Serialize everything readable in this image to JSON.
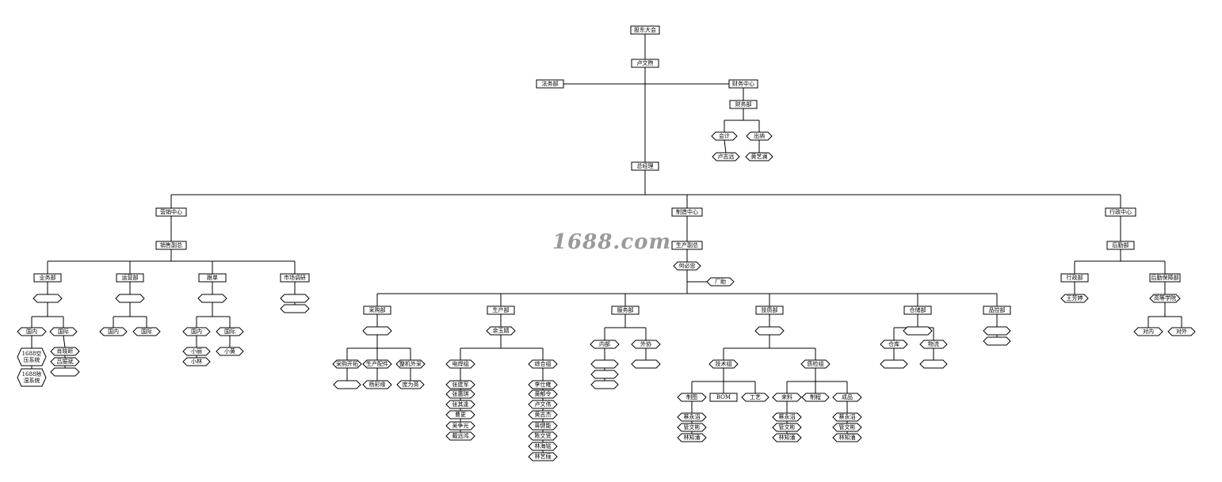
{
  "watermark": "1688.com",
  "nodes": {
    "gudong": "股东大会",
    "lu_wenzhi": "卢文煦",
    "fawu": "法务部",
    "caiwu_center": "财务中心",
    "caiwu_dept": "财务部",
    "kuaiji": "会计",
    "chuna": "出纳",
    "lu_zhiyuan": "卢志远",
    "huang_yilan": "黄艺澜",
    "zongjingli": "总经理",
    "yingxiao_center": "营销中心",
    "xiaoshou_fuzong": "销售副总",
    "yewu": "业务部",
    "yunying": "运营部",
    "gendan": "跟单",
    "shichang": "市场调研",
    "yewu_guonei": "国内",
    "yewu_guoji": "国际",
    "kong_ya": "1688空\n压系统",
    "chou_shi": "1688除\n湿系统",
    "xiao_xiaoxin": "肖晓昕",
    "lv_zhenbin": "吕振斌",
    "yunying_guonei": "国内",
    "yunying_guoji": "国际",
    "gendan_guonei": "国内",
    "gendan_guoji": "国际",
    "xiao_li": "小丽",
    "xiao_lin": "小林",
    "xiao_huang": "小黄",
    "zhizao_center": "制造中心",
    "shengchan_fuzong": "生产副总",
    "he_bizhong": "何必忠",
    "changzhu": "厂助",
    "caigou": "采购部",
    "shengchan": "生产部",
    "fuwu": "服务部",
    "jishu": "技质部",
    "cangchu": "仓储部",
    "pinkong": "品控部",
    "caigou_kaifa": "采购开拓",
    "shengchan_peijian": "生产配件",
    "zhengji_waicai": "整机外采",
    "yang_caiyuan": "杨彩缘",
    "pang_weiying": "庞为英",
    "yu_yujing": "余玉婧",
    "hanjie_zu": "电焊组",
    "zonghe_zu": "综合组",
    "zhang_jianjun": "张建军",
    "zhang_huiqi": "张惠琪",
    "zhang_qizhu": "张其逢",
    "cao_geng": "曹更",
    "wu_zhengguang": "吴争光",
    "dai_yuanhong": "戴远鸿",
    "li_shiyong": "李仕雍",
    "huang_yuling": "黄郁令",
    "lu_wenwei": "卢文伟",
    "huang_zhijie": "黄志杰",
    "jiang_jianneng": "蒋健能",
    "chen_wenxian": "陈文贤",
    "lin_haiming": "林海铭",
    "lin_yili": "林艺俪",
    "fuwu_neibu": "内部",
    "fuwu_waixie": "外协",
    "jishu_zu": "技术组",
    "zhijian_zu": "质检组",
    "zhitu": "制图",
    "bom": "BOM",
    "gongyi": "工艺",
    "lailiao": "来料",
    "zhicheng": "制程",
    "chengpin": "成品",
    "cai_yongtao": "蔡永滔",
    "guan_wenbin": "管文彬",
    "lin_zhiyong": "林知涌",
    "cangku": "仓库",
    "wuliu": "物流",
    "xingzheng_center": "行政中心",
    "houqin": "后勤部",
    "xingzheng": "行政部",
    "houqin_baozhang": "后勤保障部",
    "wang_fangting": "王芳婷",
    "gaodeng_xueyuan": "高等学院",
    "duinei": "对内",
    "duiwai": "对外"
  }
}
